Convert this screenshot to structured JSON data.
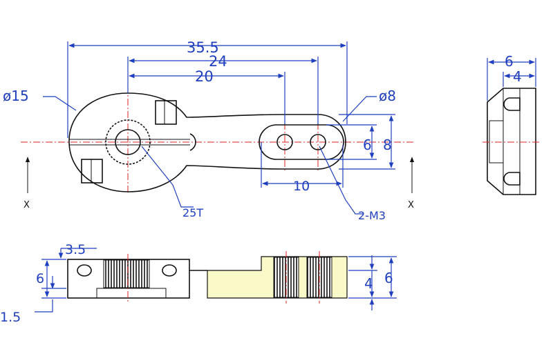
{
  "dimensions": {
    "overall_length": "35.5",
    "hub_to_far_hole": "24",
    "hub_to_near_hole": "20",
    "hub_diameter": "ø15",
    "end_diameter": "ø8",
    "slot_width_6": "6",
    "slot_width_8": "8",
    "hole_spacing": "10",
    "spline": "25T",
    "holes": "2-M3",
    "side_width_6": "6",
    "side_width_4": "4",
    "bottom_step": "3.5",
    "bottom_height_6": "6",
    "bottom_offset": "1.5",
    "right_height_4": "4",
    "right_height_6": "6"
  },
  "section_marks": {
    "left": "X",
    "right": "X"
  },
  "colors": {
    "dimension": "#1f3fbf",
    "centerline": "#e02020",
    "outline": "#111111",
    "hatch_fill": "#fafac8"
  }
}
